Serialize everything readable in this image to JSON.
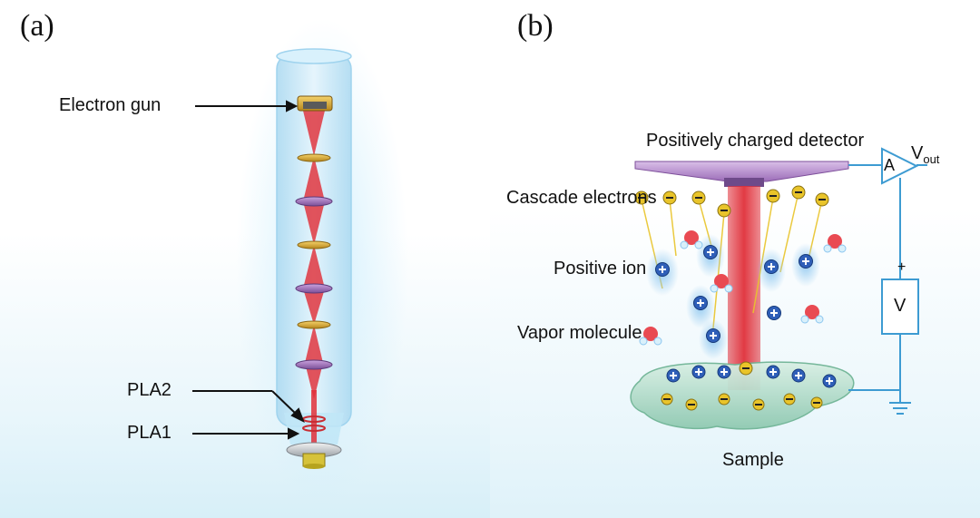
{
  "panel_a": {
    "label": "(a)",
    "callouts": {
      "electron_gun": "Electron gun",
      "pla2": "PLA2",
      "pla1": "PLA1"
    }
  },
  "panel_b": {
    "label": "(b)",
    "callouts": {
      "detector": "Positively charged detector",
      "cascade": "Cascade electrons",
      "positive_ion": "Positive ion",
      "vapor": "Vapor molecule",
      "sample": "Sample"
    },
    "circuit": {
      "amplifier": "A",
      "vout": "V",
      "vout_sub": "out",
      "voltage": "V",
      "plus": "+"
    },
    "symbols": {
      "plus": "+",
      "minus": "−"
    }
  },
  "colors": {
    "beam": "#e0303a",
    "column_glass": "#bfe4f6",
    "ion": "#2f5fb8",
    "electron": "#e9c42a",
    "vapor": "#e94a52",
    "wire": "#3d9bd2",
    "detector": "#b48ac9"
  }
}
